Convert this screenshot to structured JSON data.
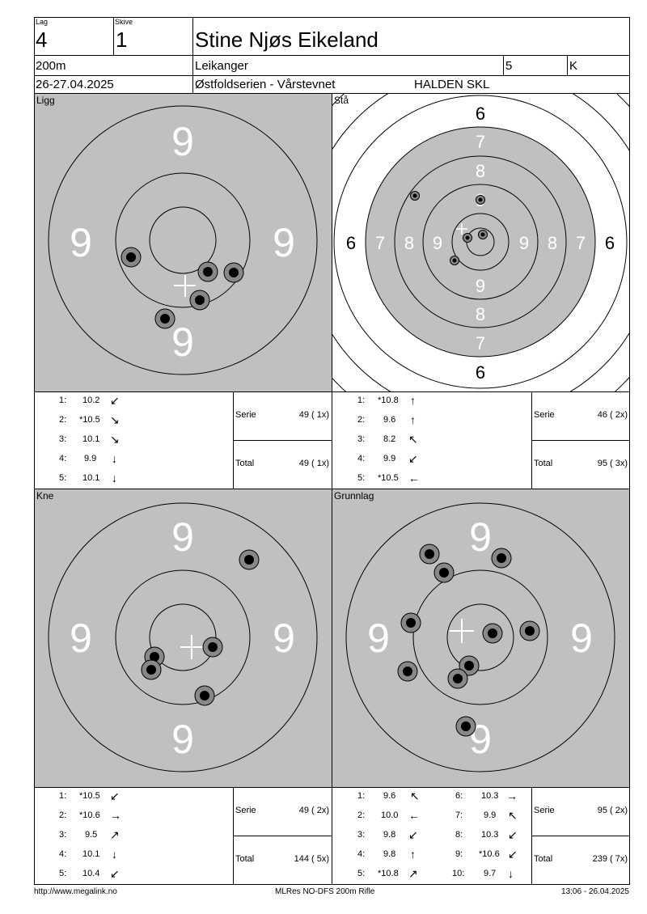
{
  "header": {
    "lag_label": "Lag",
    "lag_value": "4",
    "skive_label": "Skive",
    "skive_value": "1",
    "name": "Stine Njøs Eikeland",
    "distance": "200m",
    "club": "Leikanger",
    "class_num": "5",
    "class_code": "K",
    "date": "26-27.04.2025",
    "event": "Østfoldserien - Vårstevnet",
    "venue": "HALDEN SKL"
  },
  "targets": [
    {
      "title": "Ligg"
    },
    {
      "title": "Stå"
    },
    {
      "title": "Kne"
    },
    {
      "title": "Grunnlag"
    }
  ],
  "ring_numbers": {
    "nine": "9",
    "eight": "8",
    "seven": "7",
    "six": "6"
  },
  "scores": {
    "ligg": {
      "shots": [
        {
          "n": "1:",
          "v": "10.2",
          "a": "↙"
        },
        {
          "n": "2:",
          "v": "*10.5",
          "a": "↘"
        },
        {
          "n": "3:",
          "v": "10.1",
          "a": "↘"
        },
        {
          "n": "4:",
          "v": "9.9",
          "a": "↓"
        },
        {
          "n": "5:",
          "v": "10.1",
          "a": "↓"
        }
      ],
      "serie_label": "Serie",
      "serie": "49 ( 1x)",
      "total_label": "Total",
      "total": "49 ( 1x)"
    },
    "staa": {
      "shots": [
        {
          "n": "1:",
          "v": "*10.8",
          "a": "↑"
        },
        {
          "n": "2:",
          "v": "9.6",
          "a": "↑"
        },
        {
          "n": "3:",
          "v": "8.2",
          "a": "↖"
        },
        {
          "n": "4:",
          "v": "9.9",
          "a": "↙"
        },
        {
          "n": "5:",
          "v": "*10.5",
          "a": "←"
        }
      ],
      "serie_label": "Serie",
      "serie": "46 ( 2x)",
      "total_label": "Total",
      "total": "95 ( 3x)"
    },
    "kne": {
      "shots": [
        {
          "n": "1:",
          "v": "*10.5",
          "a": "↙"
        },
        {
          "n": "2:",
          "v": "*10.6",
          "a": "→"
        },
        {
          "n": "3:",
          "v": "9.5",
          "a": "↗"
        },
        {
          "n": "4:",
          "v": "10.1",
          "a": "↓"
        },
        {
          "n": "5:",
          "v": "10.4",
          "a": "↙"
        }
      ],
      "serie_label": "Serie",
      "serie": "49 ( 2x)",
      "total_label": "Total",
      "total": "144 ( 5x)"
    },
    "grunnlag": {
      "shots": [
        {
          "n": "1:",
          "v": "9.6",
          "a": "↖"
        },
        {
          "n": "2:",
          "v": "10.0",
          "a": "←"
        },
        {
          "n": "3:",
          "v": "9.8",
          "a": "↙"
        },
        {
          "n": "4:",
          "v": "9.8",
          "a": "↑"
        },
        {
          "n": "5:",
          "v": "*10.8",
          "a": "↗"
        }
      ],
      "shots2": [
        {
          "n": "6:",
          "v": "10.3",
          "a": "→"
        },
        {
          "n": "7:",
          "v": "9.9",
          "a": "↖"
        },
        {
          "n": "8:",
          "v": "10.3",
          "a": "↙"
        },
        {
          "n": "9:",
          "v": "*10.6",
          "a": "↙"
        },
        {
          "n": "10:",
          "v": "9.7",
          "a": "↓"
        }
      ],
      "serie_label": "Serie",
      "serie": "95 ( 2x)",
      "total_label": "Total",
      "total": "239 ( 7x)"
    }
  },
  "footer": {
    "url": "http://www.megalink.no",
    "program": "MLRes NO-DFS 200m Rifle",
    "timestamp": "13:06 - 26.04.2025"
  }
}
